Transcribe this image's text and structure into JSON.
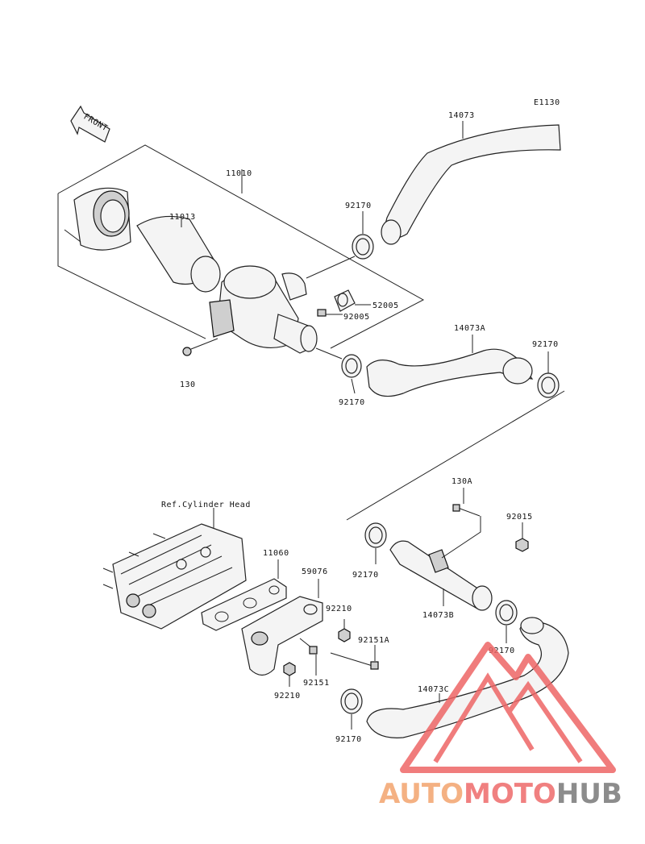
{
  "diagram_code": "E1130",
  "front_arrow_label": "FRONT",
  "ref_label": "Ref.Cylinder Head",
  "part_labels": {
    "p14073": "14073",
    "p11010": "11010",
    "p11013": "11013",
    "p92170_a": "92170",
    "p52005": "52005",
    "p92005": "92005",
    "p130": "130",
    "p14073A": "14073A",
    "p92170_b": "92170",
    "p92170_c": "92170",
    "p130A": "130A",
    "p92015": "92015",
    "p92170_d": "92170",
    "p14073B": "14073B",
    "p92170_e": "92170",
    "p11060": "11060",
    "p59076": "59076",
    "p92210_a": "92210",
    "p92151A": "92151A",
    "p92151": "92151",
    "p92210_b": "92210",
    "p14073C": "14073C",
    "p92170_f": "92170"
  },
  "watermark": {
    "part1": "AUTO",
    "part2": "MOTO",
    "part3": "HUB",
    "color1": "#f4b183",
    "color2": "#f08080",
    "color3": "#8c8c8c"
  }
}
